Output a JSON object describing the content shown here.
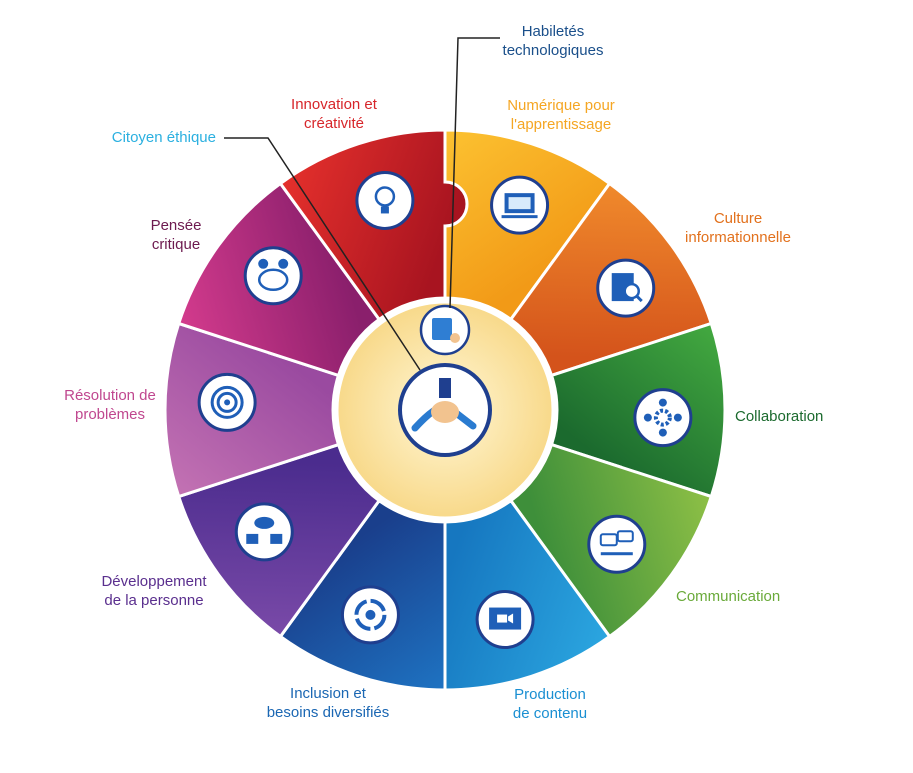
{
  "center": {
    "icon": "joined-hands-icon",
    "inner_icon": "technology-screen-touch-icon",
    "gradient": [
      "#fff7d6",
      "#f8d98a"
    ]
  },
  "segments": [
    {
      "key": "numerique",
      "line1": "Numérique pour",
      "line2": "l'apprentissage",
      "color_light": "#fcc231",
      "color_dark": "#f29a17",
      "label_color": "#f5a623",
      "icon": "computer-learning-icon"
    },
    {
      "key": "culture",
      "line1": "Culture",
      "line2": "informationnelle",
      "color_light": "#f08a2c",
      "color_dark": "#d4531b",
      "label_color": "#e2711d",
      "icon": "document-search-icon"
    },
    {
      "key": "collaboration",
      "line1": "Collaboration",
      "line2": "",
      "color_light": "#43a940",
      "color_dark": "#1b6a2e",
      "label_color": "#1b6a2e",
      "icon": "team-gear-icon"
    },
    {
      "key": "communication",
      "line1": "Communication",
      "line2": "",
      "color_light": "#8ec046",
      "color_dark": "#3e8f3a",
      "label_color": "#6aaa3a",
      "icon": "chat-bubbles-icon"
    },
    {
      "key": "production",
      "line1": "Production",
      "line2": "de contenu",
      "color_light": "#2ba6e0",
      "color_dark": "#1677c0",
      "label_color": "#1a8fd2",
      "icon": "video-screen-icon"
    },
    {
      "key": "inclusion",
      "line1": "Inclusion et",
      "line2": "besoins diversifiés",
      "color_light": "#1e73c2",
      "color_dark": "#1a3f8c",
      "label_color": "#1b67b3",
      "icon": "cycle-arrows-icon"
    },
    {
      "key": "developpement",
      "line1": "Développement",
      "line2": "de la personne",
      "color_light": "#7a4aa8",
      "color_dark": "#4b2c8e",
      "label_color": "#5a2f8e",
      "icon": "cloud-network-icon"
    },
    {
      "key": "resolution",
      "line1": "Résolution de",
      "line2": "problèmes",
      "color_light": "#c372b3",
      "color_dark": "#9a4aa0",
      "label_color": "#c0478f",
      "icon": "target-icon"
    },
    {
      "key": "pensee",
      "line1": "Pensée",
      "line2": "critique",
      "color_light": "#d43b8d",
      "color_dark": "#8a1f6c",
      "label_color": "#6d1a4f",
      "icon": "brain-questions-icon"
    },
    {
      "key": "innovation",
      "line1": "Innovation et",
      "line2": "créativité",
      "color_light": "#e5302c",
      "color_dark": "#a81420",
      "label_color": "#d7262a",
      "icon": "lightbulb-icon"
    }
  ],
  "callouts": {
    "habiletes": {
      "line1": "Habiletés",
      "line2": "technologiques",
      "color": "#1a4f8a"
    },
    "citoyen": {
      "line1": "Citoyen éthique",
      "color": "#2bb0e0"
    }
  },
  "colors": {
    "line": "#222222",
    "icon_border": "#1f3f8f",
    "icon_fill": "#ffffff"
  }
}
